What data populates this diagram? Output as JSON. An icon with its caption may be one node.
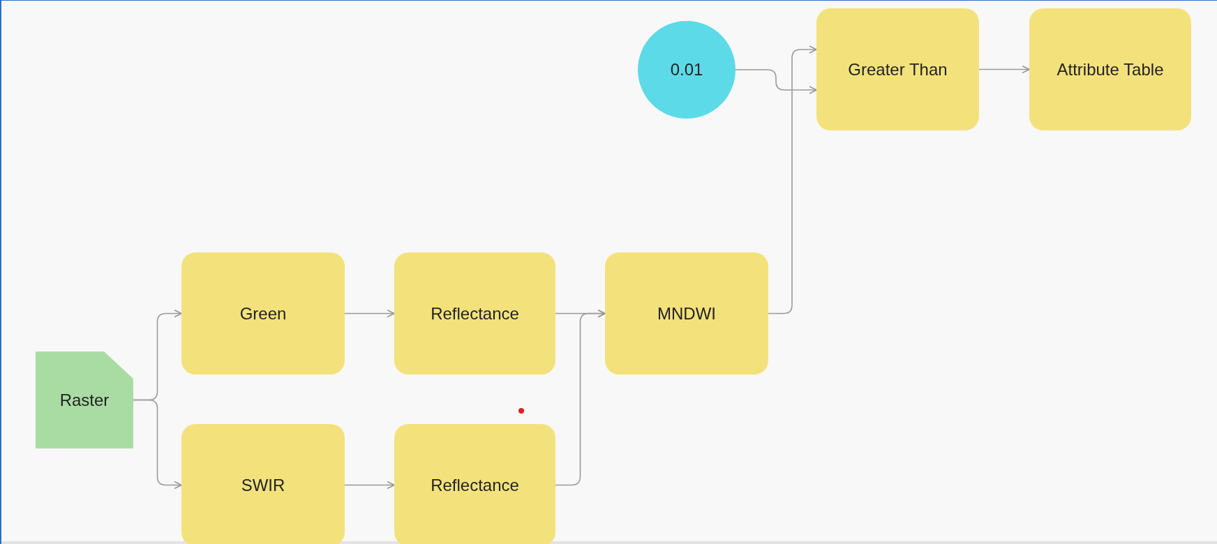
{
  "diagram": {
    "nodes": [
      {
        "text": [
          "Raster"
        ]
      },
      {
        "text": [
          "Green"
        ]
      },
      {
        "text": [
          "SWIR"
        ]
      },
      {
        "text": [
          "Reflectance"
        ]
      },
      {
        "text": [
          "Reflectance"
        ]
      },
      {
        "text": [
          "MNDWI"
        ]
      },
      {
        "text": [
          "0.01"
        ]
      },
      {
        "text": [
          "Greater Than"
        ]
      },
      {
        "text": [
          "Attribute Table"
        ]
      }
    ],
    "edges": [
      {
        "from": 0,
        "to": 1,
        "arrow": "to"
      },
      {
        "from": 0,
        "to": 2,
        "arrow": "to"
      },
      {
        "from": 1,
        "to": 3,
        "arrow": "to"
      },
      {
        "from": 2,
        "to": 4,
        "arrow": "to"
      },
      {
        "from": 3,
        "to": 5,
        "arrow": "to"
      },
      {
        "from": 4,
        "to": 5,
        "arrow": "to"
      },
      {
        "from": 6,
        "to": 7,
        "arrow": "to"
      },
      {
        "from": 5,
        "to": 7,
        "arrow": "to"
      },
      {
        "from": 7,
        "to": 8,
        "arrow": "to"
      }
    ]
  }
}
